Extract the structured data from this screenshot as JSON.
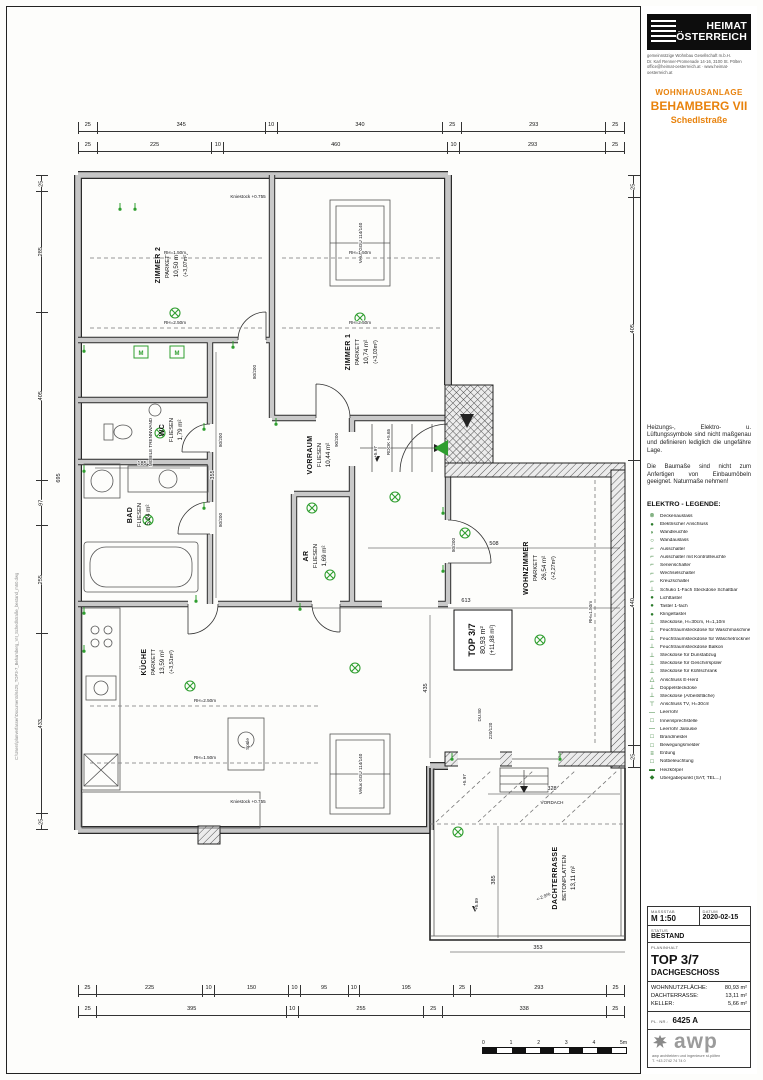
{
  "sheet": {
    "file_path_note": "C:\\Users\\planverfasser\\Documents\\6425_TOP3-7_Behamberg_VII_Schedlstraße_bestand_m50.dwg"
  },
  "title_block": {
    "logo": {
      "line1": "HEIMAT",
      "line2": "ÖSTERREICH"
    },
    "company_lines": [
      "gemeinnützige Wohnbau Gesellschaft m.b.H.",
      "Dr. Karl Renner-Promenade 14-16, 3100 St. Pölten",
      "office@heimat-oesterreich.at · www.heimat-oesterreich.at"
    ],
    "project": {
      "label": "WOHNHAUSANLAGE",
      "name": "BEHAMBERG VII",
      "street": "Schedlstraße"
    },
    "notes": [
      "Heizungs-, Elektro- u. Lüftungssymbole sind nicht maßgenau und definieren lediglich die ungefähre Lage.",
      "Die Baumaße sind nicht zum Anfertigen von Einbaumöbeln geeignet. Naturmaße nehmen!"
    ],
    "legend": {
      "title": "ELEKTRO - LEGENDE:",
      "items": [
        {
          "label": "Deckenauslass",
          "glyph": "⊗",
          "icon": "ceiling-outlet-icon"
        },
        {
          "label": "Elektrischer Anschluss",
          "glyph": "●",
          "icon": "electrical-connection-icon"
        },
        {
          "label": "Wandleuchte",
          "glyph": "◗",
          "icon": "wall-light-icon"
        },
        {
          "label": "Wandauslass",
          "glyph": "○",
          "icon": "wall-outlet-icon"
        },
        {
          "label": "Ausschalter",
          "glyph": "⌐",
          "icon": "switch-icon"
        },
        {
          "label": "Ausschalter mit Kontrollleuchte",
          "glyph": "⌐",
          "icon": "switch-indicator-icon"
        },
        {
          "label": "Serienschalter",
          "glyph": "⌐",
          "icon": "series-switch-icon"
        },
        {
          "label": "Wechselschalter",
          "glyph": "⌐",
          "icon": "toggle-switch-icon"
        },
        {
          "label": "Kreuzschalter",
          "glyph": "⌐",
          "icon": "cross-switch-icon"
        },
        {
          "label": "Schuko 1-Fach Steckdose Schaltbar",
          "glyph": "⊥",
          "icon": "switched-socket-icon"
        },
        {
          "label": "Lichttaster",
          "glyph": "●",
          "icon": "light-button-icon"
        },
        {
          "label": "Taster 1-fach",
          "glyph": "●",
          "icon": "button-icon"
        },
        {
          "label": "Klingeltaster",
          "glyph": "●",
          "icon": "doorbell-button-icon"
        },
        {
          "label": "Steckdose, H=30cm, H=1,10m",
          "glyph": "⊥",
          "icon": "socket-icon"
        },
        {
          "label": "Feuchtraumsteckdose für Waschmaschine",
          "glyph": "⊥",
          "icon": "washing-machine-socket-icon"
        },
        {
          "label": "Feuchtraumsteckdose für Wäschetrockner",
          "glyph": "⊥",
          "icon": "dryer-socket-icon"
        },
        {
          "label": "Feuchtraumsteckdose Balkon",
          "glyph": "⊥",
          "icon": "balcony-socket-icon"
        },
        {
          "label": "Steckdose für Dunstabzug",
          "glyph": "⊥",
          "icon": "extractor-socket-icon"
        },
        {
          "label": "Steckdose für Geschirrspüler",
          "glyph": "⊥",
          "icon": "dishwasher-socket-icon"
        },
        {
          "label": "Steckdose für Kühlschrank",
          "glyph": "⊥",
          "icon": "fridge-socket-icon"
        },
        {
          "label": "Anschluss E-Herd",
          "glyph": "△",
          "icon": "stove-connection-icon"
        },
        {
          "label": "Doppelsteckdose",
          "glyph": "⊥",
          "icon": "double-socket-icon"
        },
        {
          "label": "Steckdose (Arbeitsfläche)",
          "glyph": "⊥",
          "icon": "worktop-socket-icon"
        },
        {
          "label": "Anschluss TV, H=30cm",
          "glyph": "⊤",
          "icon": "tv-connection-icon"
        },
        {
          "label": "Leerrohr",
          "glyph": "—",
          "icon": "conduit-icon"
        },
        {
          "label": "Innensprechstelle",
          "glyph": "□",
          "icon": "intercom-icon"
        },
        {
          "label": "Leerrohr Jalousie",
          "glyph": "—",
          "icon": "blind-conduit-icon"
        },
        {
          "label": "Brandmelder",
          "glyph": "□",
          "icon": "smoke-detector-icon"
        },
        {
          "label": "Bewegungsmelder",
          "glyph": "□",
          "icon": "motion-detector-icon"
        },
        {
          "label": "Erdung",
          "glyph": "≡",
          "icon": "grounding-icon"
        },
        {
          "label": "Notbeleuchtung",
          "glyph": "□",
          "icon": "emergency-light-icon"
        },
        {
          "label": "Heizkörper",
          "glyph": "▬",
          "icon": "radiator-icon"
        },
        {
          "label": "Übergabepunkt (SAT, TEL...)",
          "glyph": "◆",
          "icon": "handover-point-icon"
        }
      ]
    },
    "meta": {
      "massstab_label": "MASSSTAB",
      "massstab": "M  1:50",
      "datum_label": "DATUM",
      "datum": "2020-02-15",
      "status_label": "STATUS",
      "status": "BESTAND",
      "planinhalt_label": "PLANINHALT",
      "top": "TOP 3/7",
      "geschoss": "DACHGESCHOSS",
      "areas": [
        {
          "label": "WOHNNUTZFLÄCHE:",
          "value": "80,93 m²"
        },
        {
          "label": "DACHTERRASSE:",
          "value": "13,11 m²"
        },
        {
          "label": "KELLER:",
          "value": "5,66 m²"
        }
      ],
      "plan_nr_label": "PL. NR.:",
      "plan_nr": "6425 A"
    },
    "firm": {
      "name": "awp",
      "lines": [
        "awp architekten und ingenieure st.pölten",
        "T. +43 2742 74 74 0"
      ]
    },
    "accent_color": "#e8820c"
  },
  "plan": {
    "rooms": [
      {
        "name": "ZIMMER 2",
        "floor": "PARKETT",
        "area": "10,50 m²",
        "note": "(+3,07m²)"
      },
      {
        "name": "ZIMMER 1",
        "floor": "PARKETT",
        "area": "10,74 m²",
        "note": "(+3,03m²)"
      },
      {
        "name": "WC",
        "floor": "FLIESEN",
        "area": "1,79 m²",
        "note": ""
      },
      {
        "name": "BAD",
        "floor": "FLIESEN",
        "area": "5,24 m²",
        "note": ""
      },
      {
        "name": "VORRAUM",
        "floor": "FLIESEN",
        "area": "10,44 m²",
        "note": ""
      },
      {
        "name": "AR",
        "floor": "FLIESEN",
        "area": "1,69 m²",
        "note": ""
      },
      {
        "name": "KÜCHE",
        "floor": "PARKETT",
        "area": "13,59 m²",
        "note": "(+3,51m²)"
      },
      {
        "name": "WOHNZIMMER",
        "floor": "PARKETT",
        "area": "26,54 m²",
        "note": "(+2,27m²)"
      },
      {
        "name": "DACHTERRASSE",
        "floor": "BETONPLATTEN",
        "area": "13,11 m²",
        "note": ""
      }
    ],
    "top_box": {
      "name": "TOP 3/7",
      "area": "80,93 m²",
      "note": "(+11,88 m²)"
    },
    "annotations": {
      "kniestock": "Kniestock +0.755",
      "velux": "Velux GGU 114/140",
      "rh150": "RH=1.50m",
      "rh250": "RH=2.50m",
      "mobile_trennwand": "MOBILE TRENNWAND",
      "spuele": "Spüle",
      "rdok": "RDOK +5.65",
      "level_597": "+5.97",
      "level_589": "+5.89",
      "slope": "<-2.9%",
      "du80": "DU.80",
      "win_220_120": "220/120",
      "door_80_200": "80/200",
      "door_90_200": "90/200",
      "m": "M",
      "vordach": "VORDACH",
      "dim_185": "185",
      "dim_355": "355",
      "dim_508": "508",
      "dim_613": "613",
      "dim_435": "435",
      "dim_385": "385",
      "dim_328": "328",
      "dim_353": "353",
      "dim_695": "695"
    },
    "dims": {
      "top_outer": [
        25,
        345,
        10,
        340,
        25,
        293,
        25
      ],
      "top_inner": [
        25,
        225,
        10,
        460,
        10,
        293,
        25
      ],
      "bottom_inner": [
        25,
        225,
        10,
        150,
        10,
        95,
        10,
        195,
        25,
        293,
        25
      ],
      "bottom_outer": [
        25,
        395,
        10,
        255,
        25,
        338,
        25
      ],
      "left_outer": [
        25,
        285,
        405,
        97,
        255,
        433,
        25
      ],
      "right_outer": [
        25,
        405,
        440,
        25
      ]
    },
    "scalebar": {
      "labels": [
        "0",
        "1",
        "2",
        "3",
        "4",
        "5m"
      ]
    },
    "symbol_color": "#2f9e2f"
  }
}
